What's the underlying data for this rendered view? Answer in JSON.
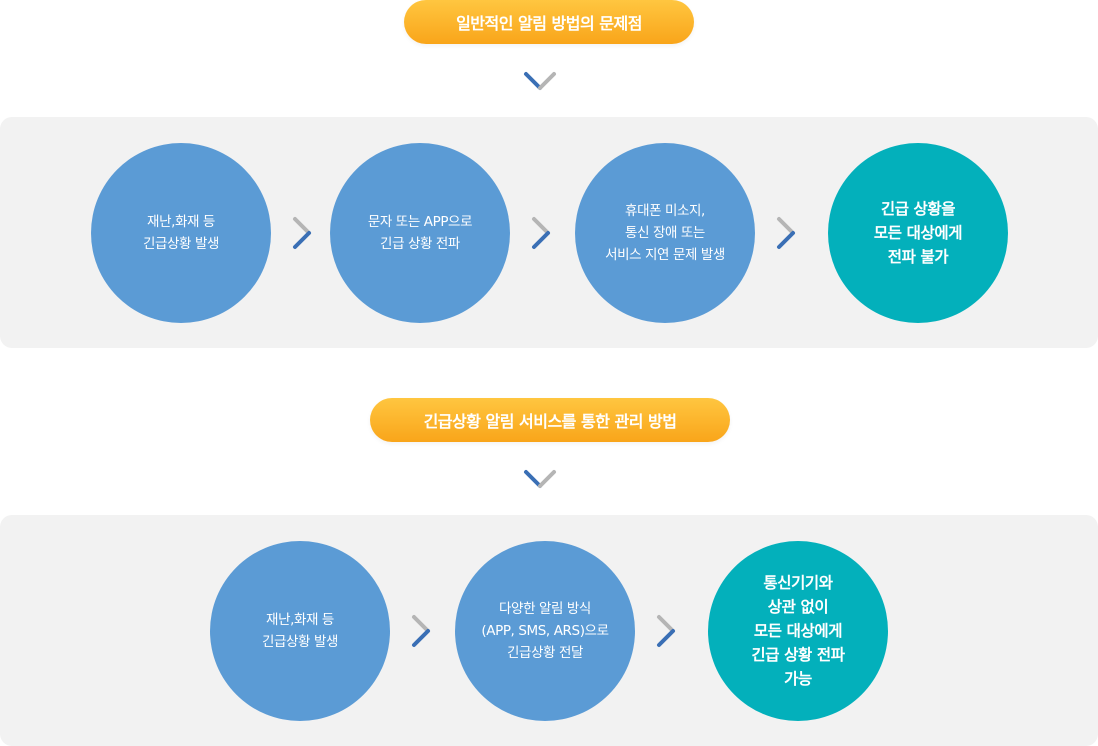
{
  "section1": {
    "title": "일반적인 알림 방법의 문제점",
    "steps": [
      {
        "lines": [
          "재난,화재 등",
          "긴급상황 발생"
        ]
      },
      {
        "lines": [
          "문자 또는 APP으로",
          "긴급 상황 전파"
        ]
      },
      {
        "lines": [
          "휴대폰 미소지,",
          "통신 장애 또는",
          "서비스 지연 문제 발생"
        ]
      }
    ],
    "result": {
      "lines": [
        "긴급 상황을",
        "모든 대상에게",
        "전파 불가"
      ]
    }
  },
  "section2": {
    "title": "긴급상황 알림 서비스를 통한 관리 방법",
    "steps": [
      {
        "lines": [
          "재난,화재 등",
          "긴급상황 발생"
        ]
      },
      {
        "lines": [
          "다양한 알림 방식",
          "(APP, SMS, ARS)으로",
          "긴급상황 전달"
        ]
      }
    ],
    "result": {
      "lines": [
        "통신기기와",
        "상관 없이",
        "모든 대상에게",
        "긴급 상황 전파",
        "가능"
      ]
    }
  },
  "colors": {
    "pill": "#f9a51a",
    "step_circle": "#5b9bd5",
    "result_circle": "#03b0bb",
    "panel": "#f2f2f2",
    "chevron_blue": "#3a6fb5",
    "chevron_gray": "#b5b5b5"
  },
  "icons": {
    "down": "chevron-down-icon",
    "right": "chevron-right-icon"
  }
}
